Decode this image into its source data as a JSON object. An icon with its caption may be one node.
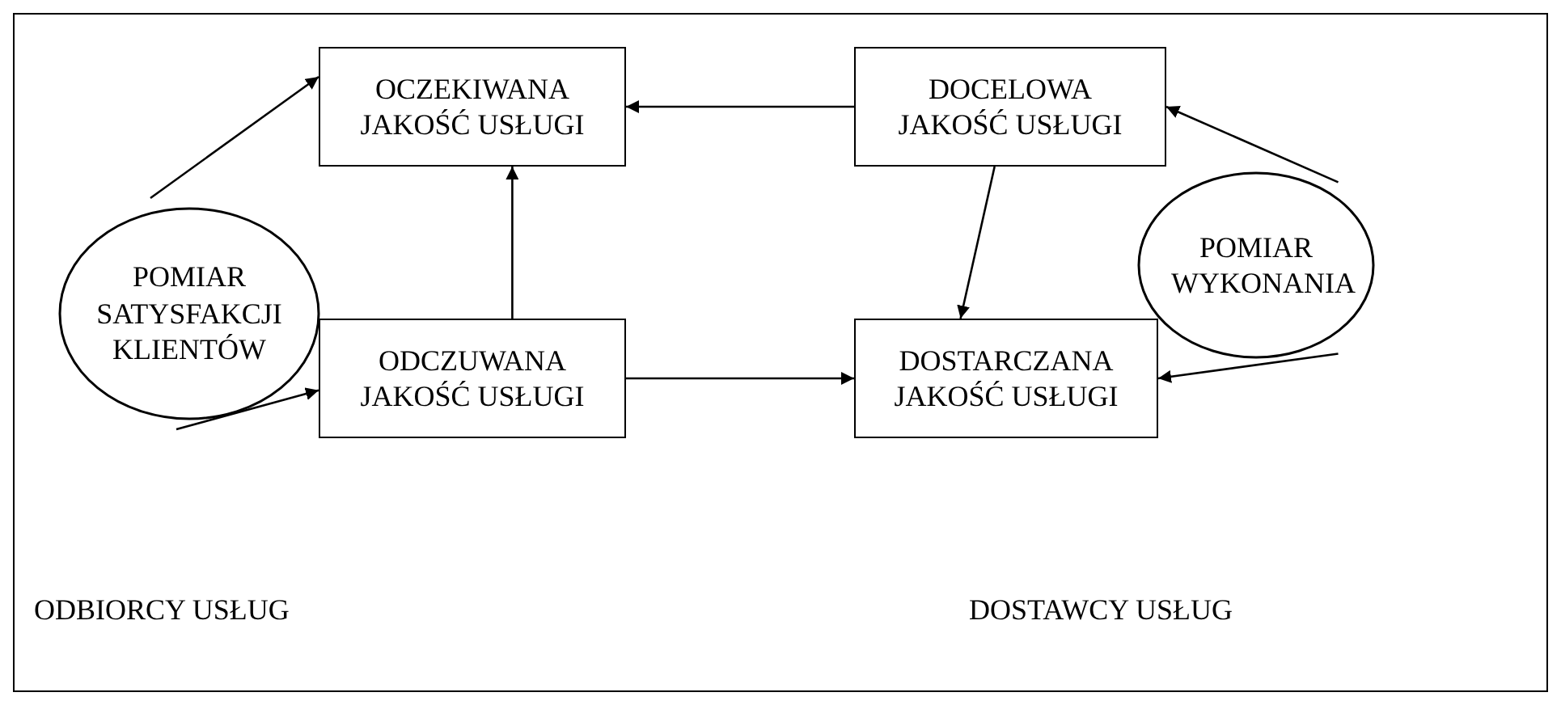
{
  "diagram": {
    "nodes": [
      {
        "text": [
          "OCZEKIWANA JAKOŚĆ USŁUGI"
        ]
      },
      {
        "text": [
          "DOCELOWA JAKOŚĆ USŁUGI"
        ]
      },
      {
        "text": [
          "POMIAR SATYSFAKCJI KLIENTÓW"
        ]
      },
      {
        "text": [
          "POMIAR WYKONANIA"
        ]
      },
      {
        "text": [
          "ODCZUWANA JAKOŚĆ USŁUGI"
        ]
      },
      {
        "text": [
          "DOSTARCZANA JAKOŚĆ USŁUGI"
        ]
      }
    ],
    "edges": [
      {
        "from": 1,
        "to": 0,
        "arrow": "to"
      },
      {
        "from": 4,
        "to": 0,
        "arrow": "to"
      },
      {
        "from": 4,
        "to": 5,
        "arrow": "to"
      },
      {
        "from": 1,
        "to": 5,
        "arrow": "to"
      },
      {
        "from": 2,
        "to": 0,
        "arrow": "to"
      },
      {
        "from": 2,
        "to": 4,
        "arrow": "to"
      },
      {
        "from": 3,
        "to": 1,
        "arrow": "to"
      },
      {
        "from": 3,
        "to": 5,
        "arrow": "to"
      }
    ],
    "labels": [
      "ODBIORCY USŁUG",
      "DOSTAWCY USŁUG"
    ]
  }
}
